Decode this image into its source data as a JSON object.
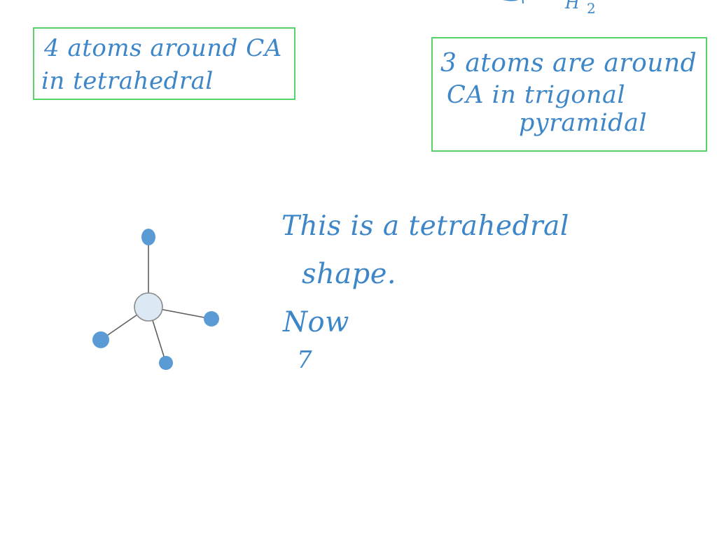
{
  "canvas": {
    "background_color": "#ffffff",
    "ink_color": "#3d86c8",
    "box_color": "#58d36a"
  },
  "top_fragment": {
    "text": "H",
    "subscript": "2"
  },
  "boxes": [
    {
      "lines": [
        "4 atoms around CA",
        "in tetrahedral"
      ]
    },
    {
      "lines": [
        "3 atoms are around",
        "CA in trigonal",
        "pyramidal"
      ]
    }
  ],
  "main_note": {
    "lines": [
      "This is a tetrahedral",
      "shape.",
      "Now",
      "7"
    ]
  },
  "molecule": {
    "central_atom_color": "#dce8f4",
    "outer_atom_color": "#5b9bd5",
    "bond_color": "#5f5f5f"
  }
}
